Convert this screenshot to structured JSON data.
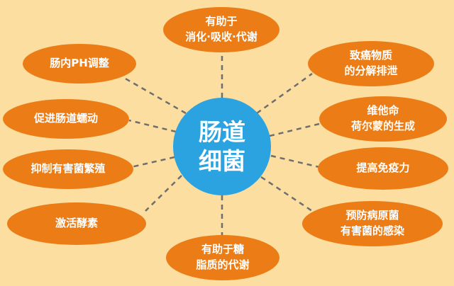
{
  "colors": {
    "background": "#fbdea0",
    "center_fill": "#2aa3e0",
    "node_fill": "#ec7d16",
    "connector": "#6e6e6e",
    "text": "#ffffff"
  },
  "center": {
    "label": "肠道\n细菌"
  },
  "nodes": [
    {
      "id": "top",
      "label": "有助于\n消化·吸收·代谢"
    },
    {
      "id": "left-1",
      "label": "肠内PH调整"
    },
    {
      "id": "left-2",
      "label": "促进肠道蠕动"
    },
    {
      "id": "left-3",
      "label": "抑制有害菌繁殖"
    },
    {
      "id": "left-4",
      "label": "激活酵素"
    },
    {
      "id": "bottom",
      "label": "有助于糖\n脂质的代谢"
    },
    {
      "id": "right-1",
      "label": "致癌物质\n的分解排泄"
    },
    {
      "id": "right-2",
      "label": "维他命\n荷尔蒙的生成"
    },
    {
      "id": "right-3",
      "label": "提高免疫力"
    },
    {
      "id": "right-4",
      "label": "预防病原菌\n有害菌的感染"
    }
  ]
}
